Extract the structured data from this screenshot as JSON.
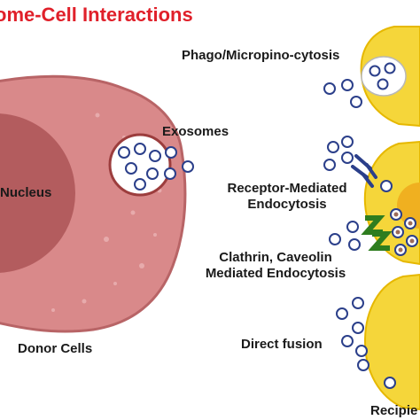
{
  "title": "ome-Cell Interactions",
  "labels": {
    "nucleus": "Nucleus",
    "exosomes": "Exosomes",
    "donor_cells": "Donor Cells",
    "recipient_cells": "Recipie",
    "pathway_1": "Phago/Micropino-cytosis",
    "pathway_2_line1": "Receptor-Mediated",
    "pathway_2_line2": "Endocytosis",
    "pathway_3_line1": "Clathrin, Caveolin",
    "pathway_3_line2": "Mediated Endocytosis",
    "pathway_4": "Direct fusion"
  },
  "colors": {
    "title": "#e0202a",
    "donor_cell_fill": "#d9898a",
    "donor_cell_outline": "#b86466",
    "nucleus_fill": "#b35c5e",
    "recipient_cell_fill": "#f5d63a",
    "recipient_cell_outline": "#e6b800",
    "recipient_nucleus_fill": "#f0b020",
    "exosome_outline": "#2b3f8a",
    "receptor": "#2b3f8a",
    "clathrin": "#2e7d1f",
    "vesicle_outline": "#9c3d3d"
  }
}
